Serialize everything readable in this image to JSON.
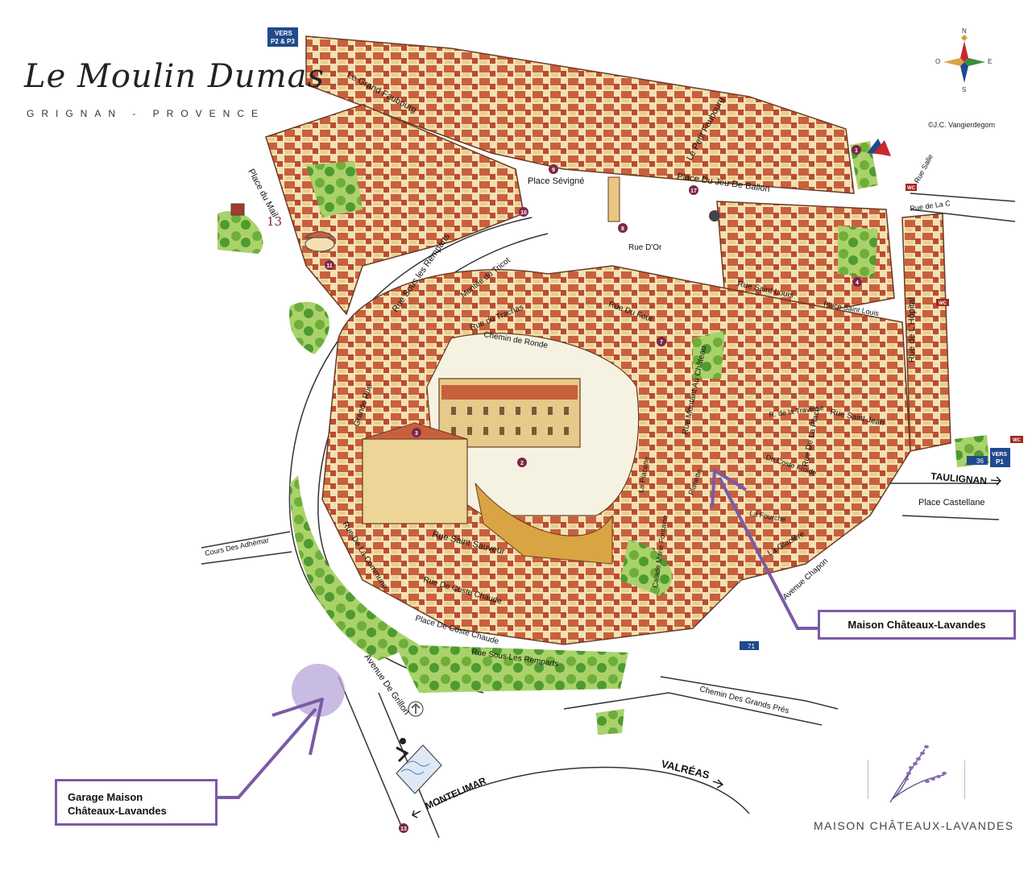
{
  "brand": {
    "title": "Le Moulin Dumas",
    "subtitle": "GRIGNAN - PROVENCE"
  },
  "copyright": "©J.C. Vangierdegom",
  "compass": {
    "north": "N",
    "east": "E",
    "south": "S",
    "west": "O"
  },
  "signs": {
    "vers_p2p3": [
      "VERS",
      "P2 & P3"
    ],
    "vers_p1": [
      "VERS",
      "P1"
    ],
    "wc": "WC",
    "bus36": "36",
    "bus71": "71"
  },
  "streets": {
    "grand_faubourg": "Le Grand Faubourg",
    "petit_faubourg": "Le Petit Faubourg",
    "place_sevigne": "Place Sévigné",
    "place_jeu_ballon": "Place Du Jeu De Ballon",
    "place_du_mail": "Place du Mail",
    "rue_de_la_c": "Rue de La C",
    "rue_salle": "Rue Salle",
    "rue_hopital": "Rue de L'Hôpital",
    "rue_remparts_top": "Rue Sous les Remparts",
    "montee_tricot": "Montée du Tricot",
    "rue_trachas": "Rue du Trachas",
    "chemin_ronde": "Chemin de Ronde",
    "rue_dor": "Rue D'Or",
    "rue_four": "Rue Du Four",
    "rue_saint_louis": "Rue Saint Louis",
    "place_saint_louis": "Place Saint Louis",
    "rue_montant": "Rue Montant Au Château",
    "grande_rue": "Grande Rue",
    "r_traverse": "R. de la Traverse",
    "rue_de_la_place": "Rue De La Place",
    "rue_saint_jean": "Rue Saint Jean",
    "coste_froide": "De Coste Froide",
    "la_placette": "La Placette",
    "la_planette": "Planette",
    "la_fourche": "La Fourche",
    "la_glaciere": "La Glacière",
    "avenue_chapon": "Avenue Chapon",
    "rue_saint_sauveur": "Rue Saint Sauveur",
    "rue_commune": "Rue De La Commune",
    "rue_coste_chaude": "Rue De Coste Chaude",
    "place_coste_chaude": "Place De Coste Chaude",
    "rue_remparts_bottom": "Rue Sous Les Remparts",
    "calade": "Calade Marie Fontaine",
    "cours_adhemar": "Cours Des Adhémar",
    "avenue_grillon": "Avenue De Grillon",
    "chemin_grands_pres": "Chemin Des Grands Prés",
    "place_castellane": "Place Castellane",
    "taulignan": "TAULIGNAN",
    "valreas": "VALRÉAS",
    "montelimar": "MONTELIMAR"
  },
  "markers": [
    "1",
    "2",
    "3",
    "4",
    "7",
    "8",
    "9",
    "10",
    "11",
    "13",
    "17"
  ],
  "legend_number": "13",
  "callouts": {
    "house": "Maison Châteaux-Lavandes",
    "garage_line1": "Garage Maison",
    "garage_line2": "Châteaux-Lavandes"
  },
  "logo": {
    "name": "MAISON CHÂTEAUX-LAVANDES"
  },
  "colors": {
    "accent": "#7b5aa6",
    "marker": "#7a2747",
    "roof": "#c0583a",
    "wall": "#f1dfae",
    "green": "#8cc04a",
    "sign_blue": "#1f4a8c",
    "wc_red": "#a3251f"
  }
}
